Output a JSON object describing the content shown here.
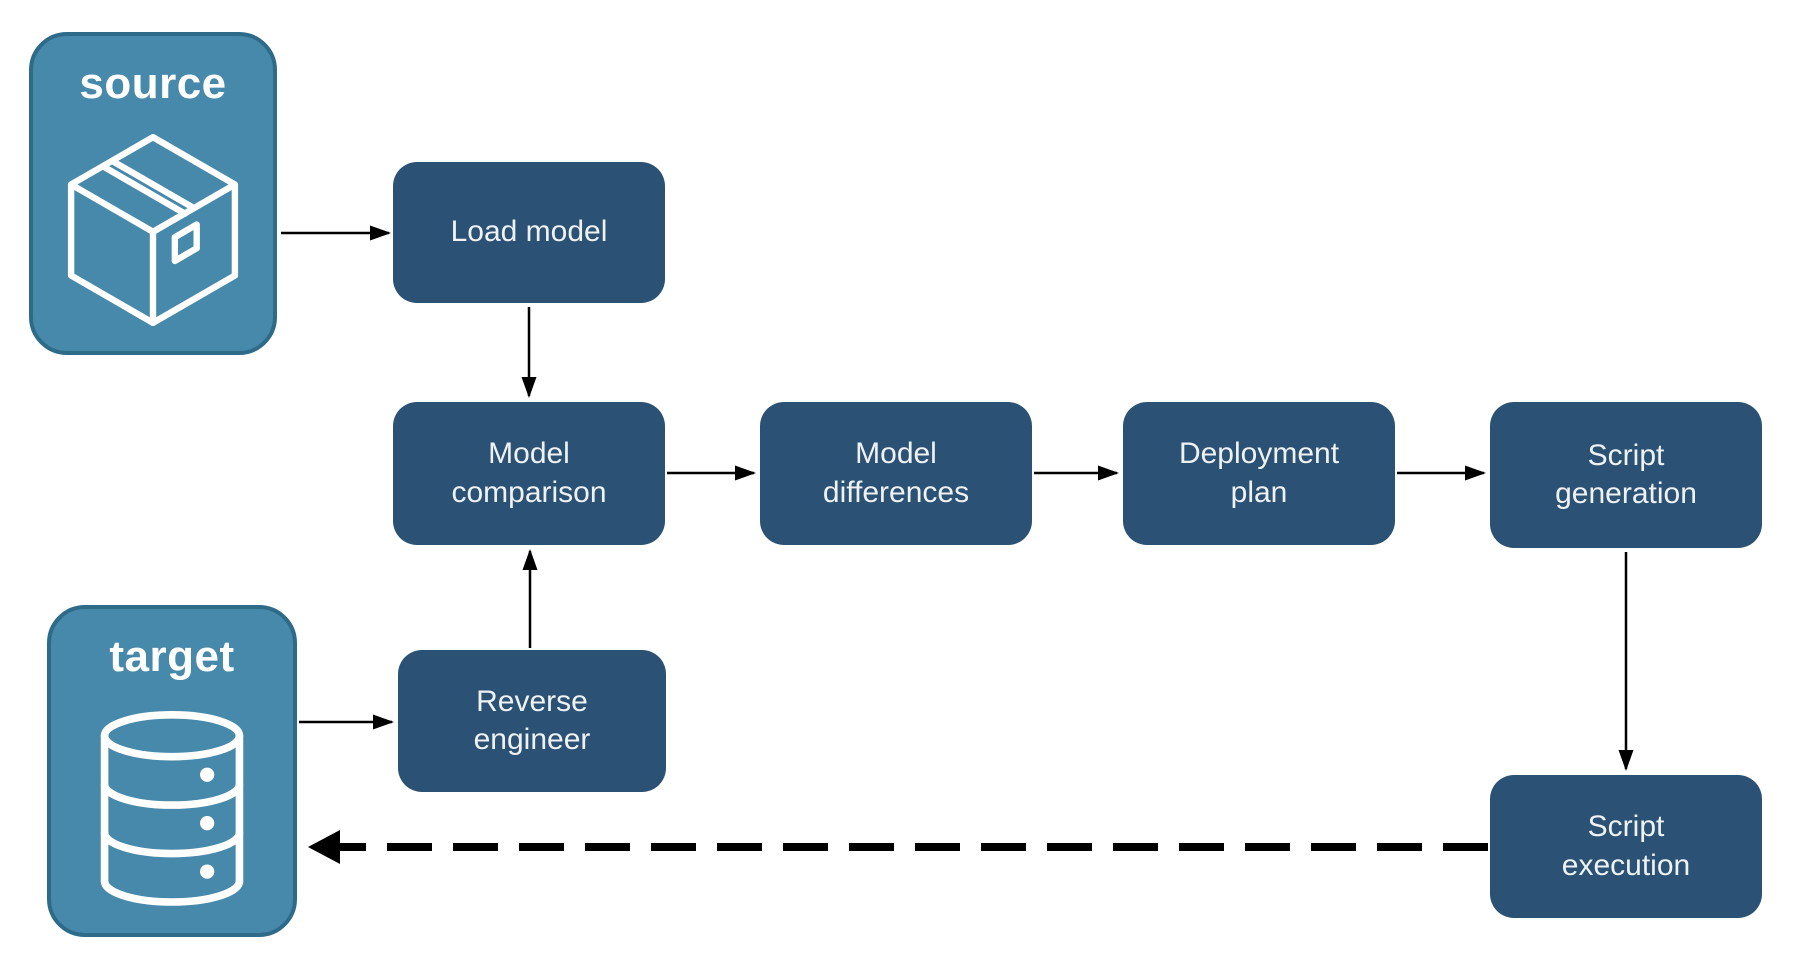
{
  "diagram": {
    "endpoints": [
      {
        "id": "source",
        "label": "source",
        "icon": "package-icon"
      },
      {
        "id": "target",
        "label": "target",
        "icon": "database-icon"
      }
    ],
    "steps": [
      {
        "id": "load-model",
        "label": "Load model"
      },
      {
        "id": "model-comparison",
        "label": "Model comparison"
      },
      {
        "id": "model-differences",
        "label": "Model differences"
      },
      {
        "id": "deployment-plan",
        "label": "Deployment plan"
      },
      {
        "id": "script-generation",
        "label": "Script generation"
      },
      {
        "id": "reverse-engineer",
        "label": "Reverse engineer"
      },
      {
        "id": "script-execution",
        "label": "Script execution"
      }
    ],
    "edges": [
      {
        "from": "source",
        "to": "load-model",
        "style": "solid"
      },
      {
        "from": "load-model",
        "to": "model-comparison",
        "style": "solid"
      },
      {
        "from": "model-comparison",
        "to": "model-differences",
        "style": "solid"
      },
      {
        "from": "model-differences",
        "to": "deployment-plan",
        "style": "solid"
      },
      {
        "from": "deployment-plan",
        "to": "script-generation",
        "style": "solid"
      },
      {
        "from": "script-generation",
        "to": "script-execution",
        "style": "solid"
      },
      {
        "from": "target",
        "to": "reverse-engineer",
        "style": "solid"
      },
      {
        "from": "reverse-engineer",
        "to": "model-comparison",
        "style": "solid"
      },
      {
        "from": "script-execution",
        "to": "target",
        "style": "dashed"
      }
    ],
    "colors": {
      "endpoint_fill": "#4789AB",
      "endpoint_border": "#2E6B88",
      "step_fill": "#2B5274",
      "endpoint_text": "#FFFFFF",
      "step_text": "#EEF2F5",
      "arrow": "#000000",
      "background": "#FFFFFF"
    }
  }
}
